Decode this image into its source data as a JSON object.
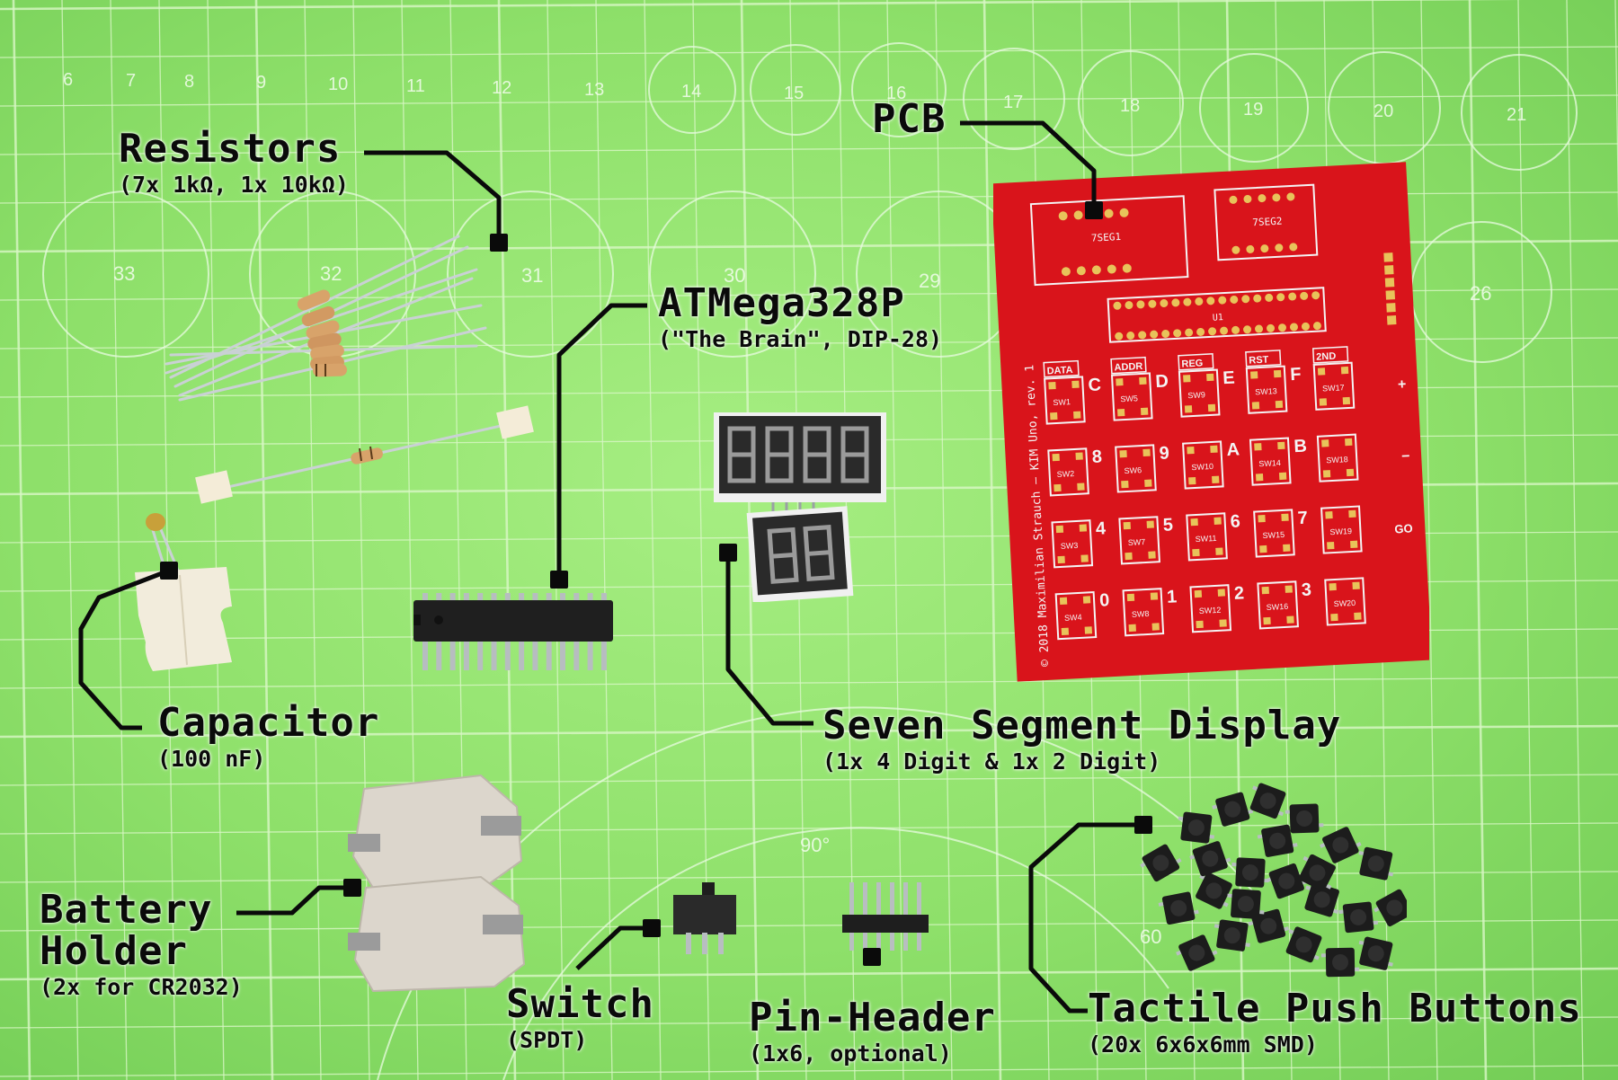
{
  "mat": {
    "number_row": [
      "6",
      "7",
      "8",
      "9",
      "10",
      "11",
      "12",
      "13",
      "14",
      "15",
      "16",
      "17",
      "18",
      "19",
      "20",
      "21"
    ],
    "circle_numbers": [
      "33",
      "32",
      "31",
      "30",
      "29",
      "26"
    ],
    "angles": [
      "90°",
      "60"
    ]
  },
  "pcb_board": {
    "silkscreen_keys": [
      "DATA",
      "ADDR",
      "REG",
      "RST",
      "2ND"
    ],
    "hex_letters": [
      "C",
      "D",
      "E",
      "F",
      "8",
      "9",
      "A",
      "B",
      "4",
      "5",
      "6",
      "7",
      "0",
      "1",
      "2",
      "3"
    ],
    "switch_refs": [
      "SW1",
      "SW5",
      "SW9",
      "SW13",
      "SW17",
      "SW2",
      "SW6",
      "SW10",
      "SW14",
      "SW18",
      "SW3",
      "SW7",
      "SW11",
      "SW15",
      "SW19",
      "SW4",
      "SW8",
      "SW12",
      "SW16",
      "SW20"
    ],
    "credit": "© 2018 Maximilian Strauch – KIM Uno, rev. 1",
    "segment_refs": [
      "7SEG1",
      "7SEG2"
    ],
    "chip_ref": "U1",
    "side_marks": [
      "+",
      "−",
      "GO"
    ]
  },
  "labels": {
    "resistors": {
      "title": "Resistors",
      "subtitle": "(7x 1kΩ, 1x 10kΩ)"
    },
    "atmega": {
      "title": "ATMega328P",
      "subtitle": "(\"The Brain\", DIP-28)"
    },
    "pcb": {
      "title": "PCB"
    },
    "capacitor": {
      "title": "Capacitor",
      "subtitle": "(100 nF)"
    },
    "seven_segment": {
      "title": "Seven Segment Display",
      "subtitle": "(1x 4 Digit & 1x 2 Digit)"
    },
    "battery": {
      "title_line1": "Battery",
      "title_line2": "Holder",
      "subtitle": "(2x for CR2032)"
    },
    "switch": {
      "title": "Switch",
      "subtitle": "(SPDT)"
    },
    "pin_header": {
      "title": "Pin-Header",
      "subtitle": "(1x6, optional)"
    },
    "buttons": {
      "title": "Tactile Push Buttons",
      "subtitle": "(20x 6x6x6mm SMD)"
    }
  },
  "colors": {
    "mat_green": "#8ee06a",
    "grid_line": "#d9f7c6",
    "pcb_red": "#d9141b",
    "silkscreen": "#f4f4f4",
    "pad_gold": "#e8c35a",
    "chip_black": "#1f1f1f",
    "label_ink": "#0a0a0a"
  }
}
